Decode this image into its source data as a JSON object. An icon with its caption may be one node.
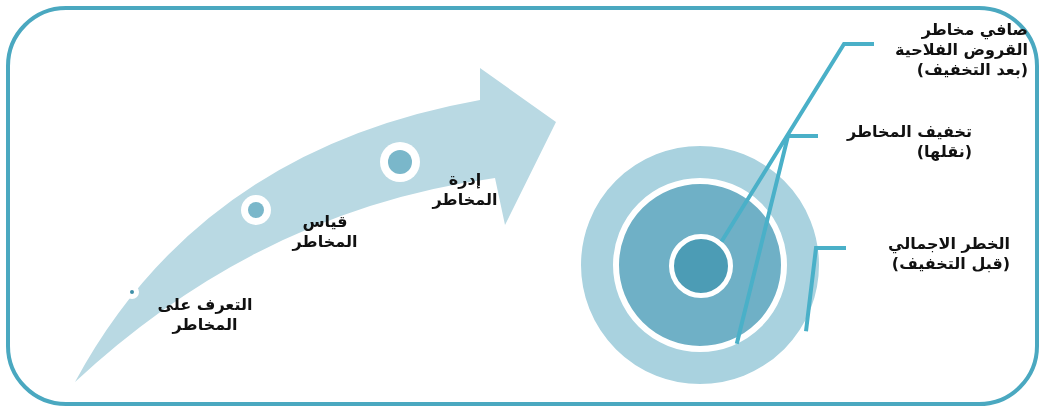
{
  "diagram": {
    "nodes": [
      {
        "text": [],
        "shape": "circle"
      },
      {
        "text": [],
        "shape": "circle",
        "in": 0
      },
      {
        "text": [],
        "shape": "circle",
        "in": 1
      },
      {
        "text": [
          "صافي مخاطر القروض الفلاحية",
          "(بعد التخفيف)"
        ]
      },
      {
        "text": [
          "تخفيف المخاطر",
          "(نقلها)"
        ]
      },
      {
        "text": [
          "الخطر الاجمالي",
          "(قبل التخفيف)"
        ]
      }
    ],
    "edges": [
      {
        "from": 3,
        "to": 2,
        "arrow": "none"
      },
      {
        "from": 4,
        "to": 1,
        "arrow": "none"
      },
      {
        "from": 5,
        "to": 0,
        "arrow": "none"
      }
    ],
    "labels": [
      "إدرة المخاطر",
      "قياس المخاطر",
      "التعرف على المخاطر"
    ]
  }
}
